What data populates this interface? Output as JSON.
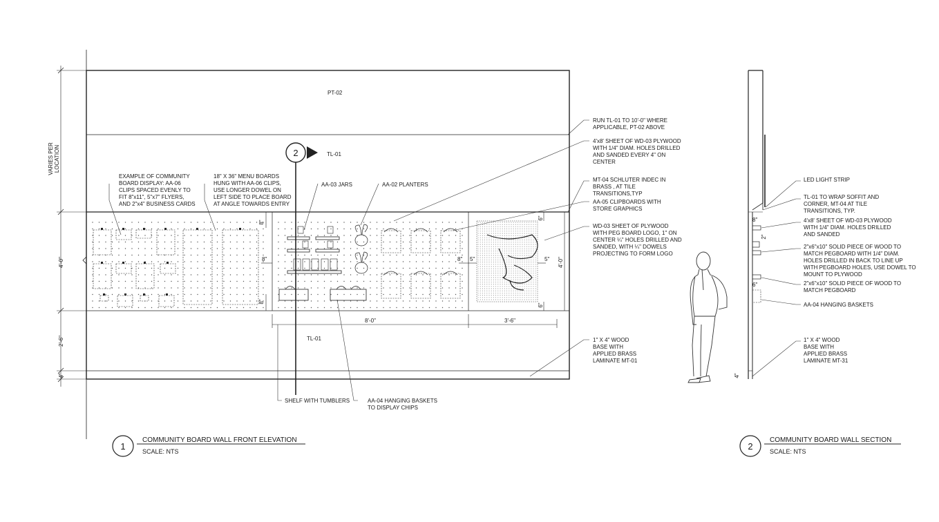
{
  "drawing": {
    "materials": {
      "pt02": "PT-02",
      "tl01_top": "TL-01",
      "tl01_bottom": "TL-01"
    },
    "section_marker": {
      "number": "2"
    },
    "vertical_label": [
      "VARIES PER",
      "LOCATION"
    ],
    "notes_left": {
      "community": [
        "EXAMPLE OF COMMUNITY",
        "BOARD DISPLAY: AA-06",
        "CLIPS SPACED EVENLY TO",
        "FIT 8\"x11\", 5\"x7\" FLYERS,",
        "AND 2\"x4\" BUSINESS CARDS"
      ],
      "menu": [
        "18\" X 36\" MENU BOARDS",
        "HUNG WITH AA-06 CLIPS,",
        "USE LONGER DOWEL ON",
        "LEFT SIDE TO PLACE BOARD",
        "AT ANGLE TOWARDS ENTRY"
      ],
      "jars": "AA-03 JARS",
      "planters": "AA-02 PLANTERS"
    },
    "notes_right": [
      [
        "RUN TL-01 TO 10'-0\" WHERE",
        "APPLICABLE, PT-02 ABOVE"
      ],
      [
        "4'x8' SHEET OF WD-03 PLYWOOD",
        "WITH 1/4\" DIAM. HOLES DRILLED",
        "AND SANDED EVERY 4\" ON",
        "CENTER"
      ],
      [
        "MT-04  SCHLUTER INDEC IN",
        "BRASS , AT TILE",
        "TRANSITIONS,TYP"
      ],
      [
        "AA-05 CLIPBOARDS WITH",
        "STORE GRAPHICS"
      ],
      [
        "WD-03 SHEET OF PLYWOOD",
        "WITH PEG BOARD LOGO, 1\" ON",
        "CENTER ¼\" HOLES DRILLED AND",
        "SANDED, WITH ¼\" DOWELS",
        "PROJECTING TO FORM LOGO"
      ],
      [
        "1\" X 4\" WOOD",
        "BASE WITH",
        "APPLIED BRASS",
        "LAMINATE MT-01"
      ]
    ],
    "notes_bottom": {
      "shelf": "SHELF WITH TUMBLERS",
      "baskets": [
        "AA-04 HANGING BASKETS",
        "TO DISPLAY CHIPS"
      ]
    },
    "dims": {
      "d4ft": "4'-0\"",
      "d26": "2'-6\"",
      "d4in": "4\"",
      "d8a": "8\"",
      "d8b": "8\"",
      "d8c": "8\"",
      "d8d": "8\"",
      "d5a": "5\"",
      "d5b": "5\"",
      "d6a": "6\"",
      "d6b": "6\"",
      "d4ft_right": "4'-0\"",
      "d80": "8'-0\"",
      "d36": "3'-6\""
    },
    "section_notes": [
      [
        "LED LIGHT STRIP"
      ],
      [
        "TL-01 TO WRAP SOFFIT AND",
        "CORNER, MT-04 AT TILE",
        "TRANSITIONS, TYP."
      ],
      [
        "4'x8' SHEET OF WD-03 PLYWOOD",
        "WITH 1/4\" DIAM. HOLES DRILLED",
        "AND SANDED"
      ],
      [
        "2\"x6\"x10\" SOLID PIECE OF  WOOD TO",
        "MATCH PEGBOARD WITH 1/4\" DIAM.",
        "HOLES DRILLED IN BACK TO LINE UP",
        "WITH PEGBOARD HOLES, USE DOWEL TO",
        "MOUNT TO PLYWOOD"
      ],
      [
        "2\"x6\"x10\" SOLID PIECE OF  WOOD TO",
        "MATCH PEGBOARD"
      ],
      [
        "AA-04 HANGING BASKETS"
      ],
      [
        "1\" X 4\" WOOD",
        "BASE WITH",
        "APPLIED BRASS",
        "LAMINATE MT-31"
      ]
    ],
    "section_dims": {
      "d8": "8\"",
      "d2": "2\"",
      "d6": "6\"",
      "d4": "4\""
    },
    "titles": [
      {
        "number": "1",
        "title": "COMMUNITY BOARD WALL FRONT ELEVATION",
        "scale": "SCALE:  NTS"
      },
      {
        "number": "2",
        "title": "COMMUNITY BOARD WALL SECTION",
        "scale": "SCALE:  NTS"
      }
    ]
  },
  "colors": {
    "line": "#222222",
    "light": "#555555",
    "background": "#ffffff"
  }
}
